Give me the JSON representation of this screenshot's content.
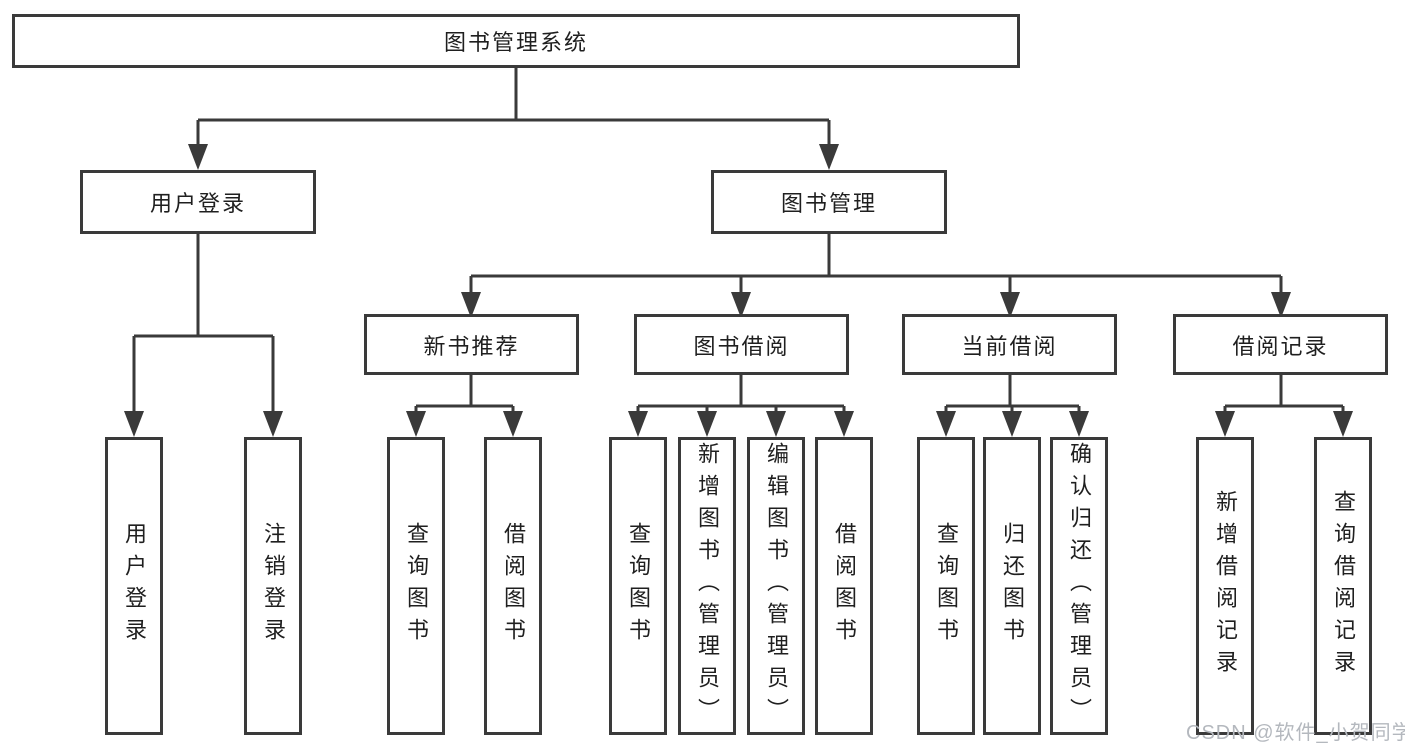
{
  "diagram": {
    "root": {
      "label": "图书管理系统"
    },
    "level2": [
      {
        "label": "用户登录"
      },
      {
        "label": "图书管理"
      }
    ],
    "level3": [
      {
        "label": "新书推荐"
      },
      {
        "label": "图书借阅"
      },
      {
        "label": "当前借阅"
      },
      {
        "label": "借阅记录"
      }
    ],
    "leaves": {
      "login": [
        "用户登录",
        "注销登录"
      ],
      "recommend": [
        "查询图书",
        "借阅图书"
      ],
      "borrow": [
        "查询图书",
        "新增图书（管理员）",
        "编辑图书（管理员）",
        "借阅图书"
      ],
      "current": [
        "查询图书",
        "归还图书",
        "确认归还（管理员）"
      ],
      "records": [
        "新增借阅记录",
        "查询借阅记录"
      ]
    }
  },
  "watermark": "CSDN @软件_小贺同学",
  "colors": {
    "line": "#3a3a3a",
    "text": "#1f1f1f",
    "watermark": "#b4b8be",
    "background": "#ffffff"
  }
}
